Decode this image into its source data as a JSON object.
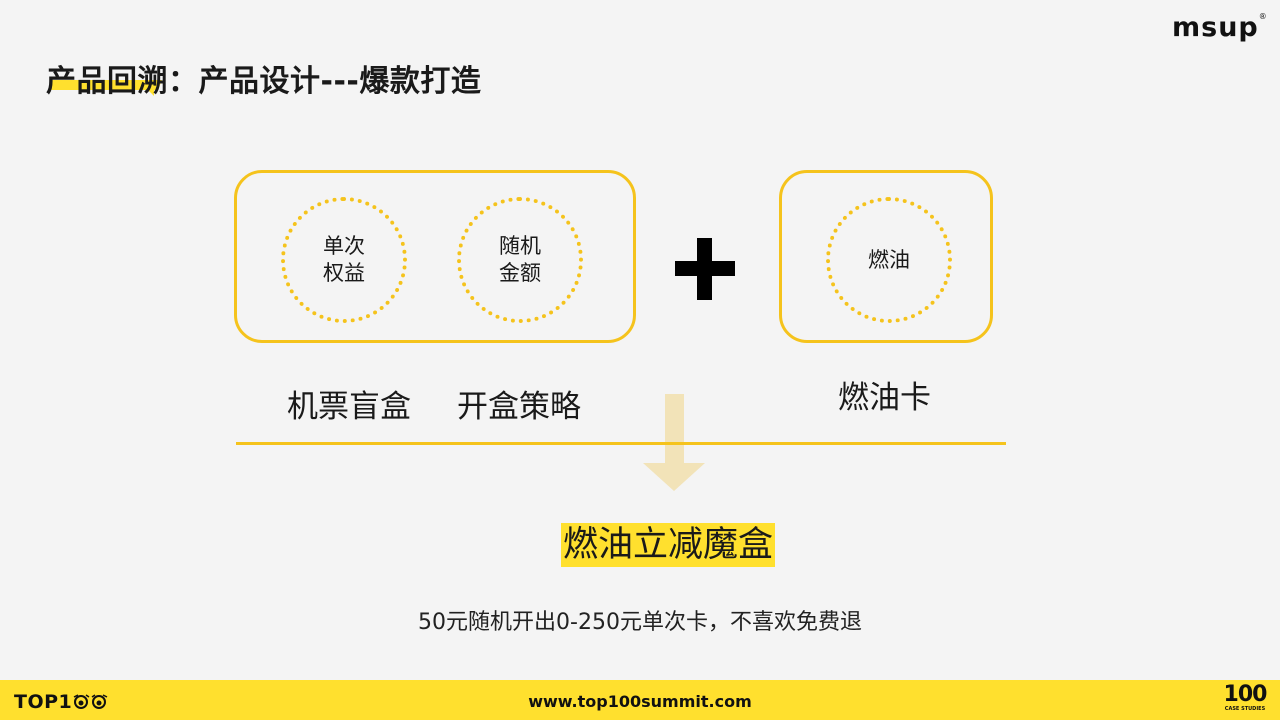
{
  "header": {
    "logo": "msup",
    "logo_mark": "®",
    "title": "产品回溯：产品设计---爆款打造"
  },
  "left_group": {
    "circles": [
      {
        "line1": "单次",
        "line2": "权益"
      },
      {
        "line1": "随机",
        "line2": "金额"
      }
    ],
    "labels": [
      "机票盲盒",
      "开盒策略"
    ]
  },
  "right_group": {
    "circle": "燃油",
    "label": "燃油卡"
  },
  "operator_icon": "plus-icon",
  "flow_icon": "arrow-down-icon",
  "result": {
    "title": "燃油立减魔盒",
    "description": "50元随机开出0-250元单次卡，不喜欢免费退"
  },
  "footer": {
    "brand": "TOP1",
    "url": "www.top100summit.com",
    "badge_number": "100",
    "badge_text": "CASE STUDIES"
  },
  "colors": {
    "accent_yellow": "#ffe02e",
    "box_border": "#f5c31c",
    "arrow": "#f2e3b8"
  }
}
